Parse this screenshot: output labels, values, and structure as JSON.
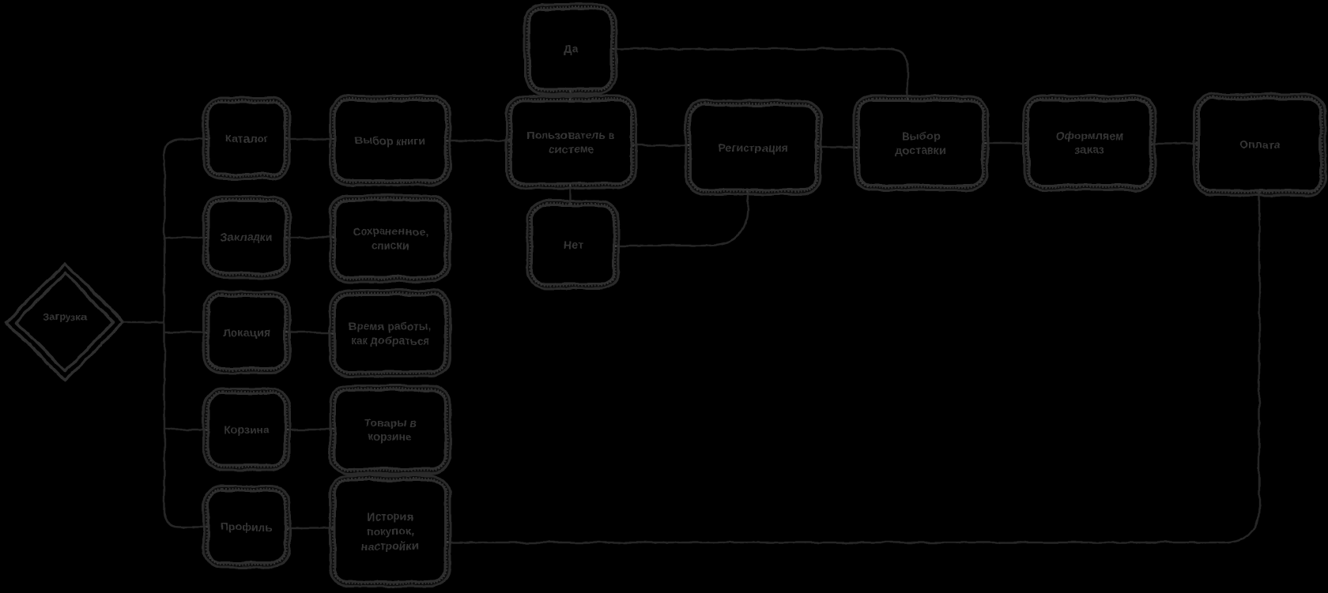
{
  "canvas": {
    "background": "#000000",
    "stroke_color": "#2f2f2f",
    "line_color": "#262626",
    "text_color": "#343434"
  },
  "nodes": {
    "start": "Загрузка",
    "catalog": "Каталог",
    "bookmarks": "Закладки",
    "location": "Локация",
    "cart": "Корзина",
    "profile": "Профиль",
    "book_selection": "Выбор книги",
    "saved_lists": "Сохраненное, списки",
    "hours_directions": "Время работы, как добраться",
    "cart_items": "Товары в корзине",
    "purchase_history_settings": "История покупок, настройки",
    "user_in_system": "Пользователь в системе",
    "yes": "Да",
    "no": "Нет",
    "registration": "Регистрация",
    "delivery_choice": "Выбор доставки",
    "place_order": "Оформляем заказ",
    "payment": "Оплата"
  },
  "edges": [
    {
      "from": "start",
      "to": "catalog"
    },
    {
      "from": "start",
      "to": "bookmarks"
    },
    {
      "from": "start",
      "to": "location"
    },
    {
      "from": "start",
      "to": "cart"
    },
    {
      "from": "start",
      "to": "profile"
    },
    {
      "from": "catalog",
      "to": "book_selection"
    },
    {
      "from": "bookmarks",
      "to": "saved_lists"
    },
    {
      "from": "location",
      "to": "hours_directions"
    },
    {
      "from": "cart",
      "to": "cart_items"
    },
    {
      "from": "profile",
      "to": "purchase_history_settings"
    },
    {
      "from": "book_selection",
      "to": "user_in_system"
    },
    {
      "from": "user_in_system",
      "to": "yes"
    },
    {
      "from": "user_in_system",
      "to": "no"
    },
    {
      "from": "user_in_system",
      "to": "registration"
    },
    {
      "from": "yes",
      "to": "delivery_choice"
    },
    {
      "from": "no",
      "to": "registration"
    },
    {
      "from": "registration",
      "to": "delivery_choice"
    },
    {
      "from": "delivery_choice",
      "to": "place_order"
    },
    {
      "from": "place_order",
      "to": "payment"
    },
    {
      "from": "payment",
      "to": "purchase_history_settings"
    }
  ]
}
